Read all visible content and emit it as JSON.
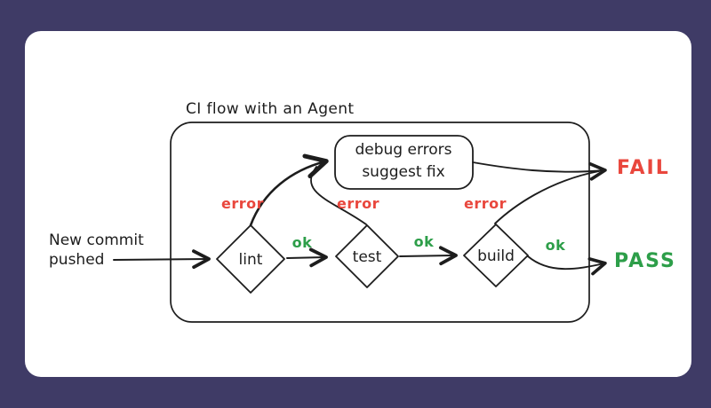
{
  "canvas": {
    "background_color": "#3f3b66",
    "card_color": "#ffffff",
    "stroke_color": "#1d1d1d",
    "error_color": "#e9473d",
    "success_color": "#2d9e49"
  },
  "diagram": {
    "title": "CI flow with an Agent",
    "start": {
      "label": "New commit\npushed"
    },
    "agent_box": {
      "label": "debug errors\nsuggest fix"
    },
    "nodes": {
      "lint": "lint",
      "test": "test",
      "build": "build"
    },
    "edges": {
      "lint_error": "error",
      "test_error": "error",
      "build_error": "error",
      "lint_ok": "ok",
      "test_ok": "ok",
      "build_ok": "ok"
    },
    "outcomes": {
      "fail": "FAIL",
      "pass": "PASS"
    }
  }
}
